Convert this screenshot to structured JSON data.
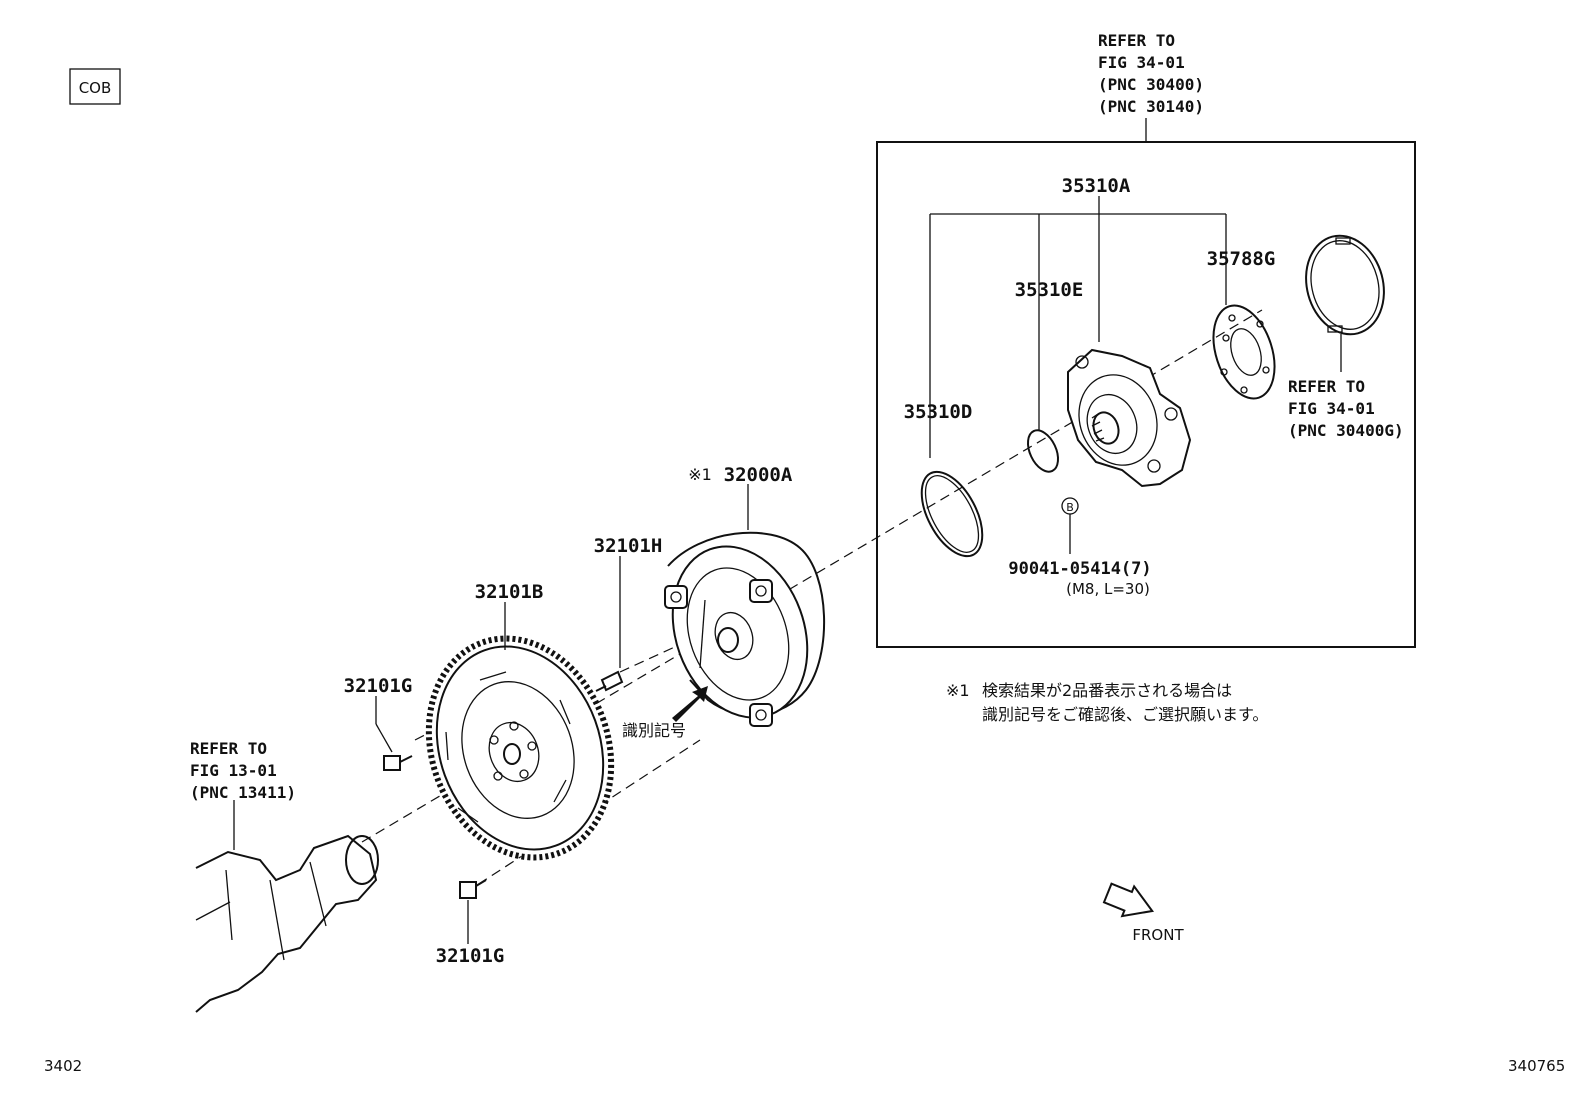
{
  "corner_code": "COB",
  "page_left_id": "3402",
  "page_right_id": "340765",
  "front_label": "FRONT",
  "id_mark_label": "識別記号",
  "note": {
    "mark": "※1",
    "line1": "検索結果が2品番表示される場合は",
    "line2": "識別記号をご確認後、ご選択願います。"
  },
  "refs": {
    "top": [
      "REFER TO",
      "FIG 34-01",
      "(PNC 30400)",
      "(PNC 30140)"
    ],
    "right": [
      "REFER TO",
      "FIG 34-01",
      "(PNC 30400G)"
    ],
    "left": [
      "REFER TO",
      "FIG 13-01",
      "(PNC 13411)"
    ]
  },
  "parts": {
    "p35310A": "35310A",
    "p35788G": "35788G",
    "p35310E": "35310E",
    "p35310D": "35310D",
    "p32000A_mark": "※1",
    "p32000A": "32000A",
    "p32101H": "32101H",
    "p32101B": "32101B",
    "p32101G_top": "32101G",
    "p32101G_bottom": "32101G",
    "bolt_mark": "B",
    "bolt_part": "90041-05414(7)",
    "bolt_spec": "(M8, L=30)"
  }
}
